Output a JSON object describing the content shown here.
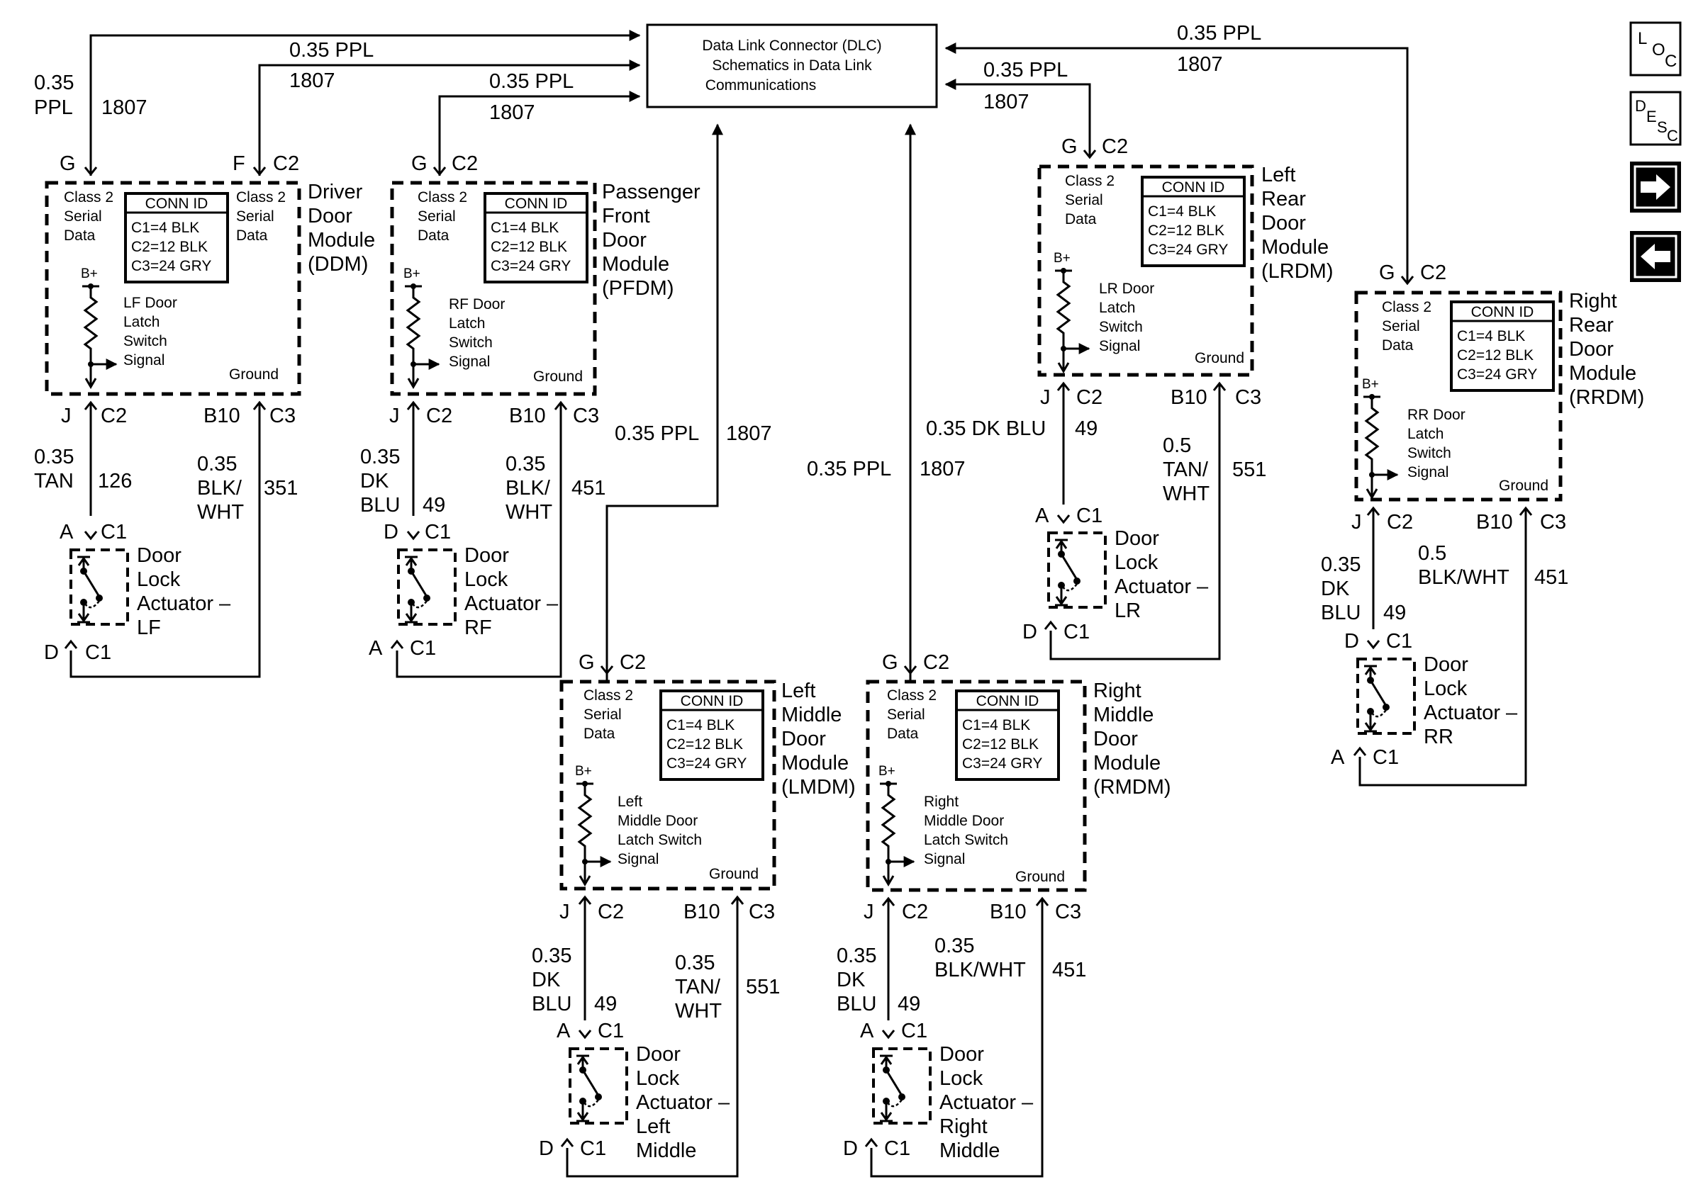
{
  "dlc": {
    "line1": "Data Link Connector (DLC)",
    "line2": "Schematics in Data Link",
    "line3": "Communications"
  },
  "conn_id": {
    "title": "CONN ID",
    "c1": "C1=4 BLK",
    "c2": "C2=12 BLK",
    "c3": "C3=24 GRY"
  },
  "labels": {
    "class2": "Class 2",
    "serial": "Serial",
    "data": "Data",
    "bplus": "B+",
    "ground": "Ground",
    "latch": "Latch",
    "switch": "Switch",
    "signal": "Signal",
    "door": "Door",
    "lock": "Lock",
    "actuator": "Actuator –",
    "module": "Module"
  },
  "pins": {
    "g": "G",
    "f": "F",
    "j": "J",
    "b10": "B10",
    "a": "A",
    "d": "D",
    "c1": "C1",
    "c2": "C2",
    "c3": "C3"
  },
  "wires": {
    "ppl_035": "0.35 PPL",
    "ppl_035_line1": "0.35",
    "ppl": "PPL",
    "n1807": "1807",
    "v035": "0.35",
    "v05": "0.5",
    "tan": "TAN",
    "tan_slash": "TAN/",
    "wht": "WHT",
    "dk": "DK",
    "blu": "BLU",
    "blk_slash": "BLK/",
    "blk_wht": "BLK/WHT",
    "dk_blu_035": "0.35 DK BLU",
    "n126": "126",
    "n49": "49",
    "n351": "351",
    "n451": "451",
    "n551": "551"
  },
  "modules": {
    "ddm": {
      "l1": "Driver",
      "l2": "Door",
      "l3": "Module",
      "l4": "(DDM)",
      "sw1": "LF Door",
      "act": "LF"
    },
    "pfdm": {
      "l1": "Passenger",
      "l2": "Front",
      "l3": "Door",
      "l4": "Module",
      "l5": "(PFDM)",
      "sw1": "RF Door",
      "act": "RF"
    },
    "lrdm": {
      "l1": "Left",
      "l2": "Rear",
      "l3": "Door",
      "l4": "Module",
      "l5": "(LRDM)",
      "sw1": "LR Door",
      "act": "LR"
    },
    "rrdm": {
      "l1": "Right",
      "l2": "Rear",
      "l3": "Door",
      "l4": "Module",
      "l5": "(RRDM)",
      "sw1": "RR Door",
      "act": "RR"
    },
    "lmdm": {
      "l1": "Left",
      "l2": "Middle",
      "l3": "Door",
      "l4": "Module",
      "l5": "(LMDM)",
      "sw1": "Left",
      "sw2": "Middle Door",
      "sw3": "Latch Switch",
      "act1": "Left",
      "act2": "Middle"
    },
    "rmdm": {
      "l1": "Right",
      "l2": "Middle",
      "l3": "Door",
      "l4": "Module",
      "l5": "(RMDM)",
      "sw1": "Right",
      "sw2": "Middle Door",
      "sw3": "Latch Switch",
      "act1": "Right",
      "act2": "Middle"
    }
  },
  "nav": {
    "loc_l": "L",
    "loc_o": "O",
    "loc_c": "C",
    "desc_d": "D",
    "desc_e": "E",
    "desc_s": "S",
    "desc_c": "C",
    "forward_icon": "arrow-right-icon",
    "back_icon": "arrow-left-icon"
  },
  "colors": {
    "ink": "#000000",
    "paper": "#ffffff"
  }
}
